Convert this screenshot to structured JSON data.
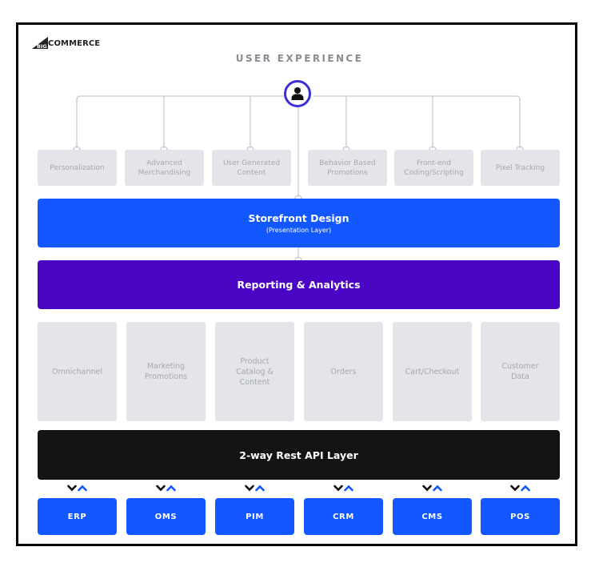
{
  "brand": {
    "logo_text": "COMMERCE",
    "logo_prefix": "BIG"
  },
  "header": {
    "title": "USER EXPERIENCE",
    "center_icon": "user-icon"
  },
  "experience_features": [
    {
      "label": "Personalization"
    },
    {
      "label": "Advanced\nMerchandising"
    },
    {
      "label": "User Generated\nContent"
    },
    {
      "label": "Behavior Based\nPromotions"
    },
    {
      "label": "Front-end\nCoding/Scripting"
    },
    {
      "label": "Pixel Tracking"
    }
  ],
  "layers": {
    "storefront": {
      "title": "Storefront Design",
      "subtitle": "(Presentation Layer)",
      "color": "#1257ff"
    },
    "reporting": {
      "title": "Reporting & Analytics",
      "color": "#4b05c4"
    },
    "api": {
      "title": "2-way Rest API Layer",
      "color": "#141417"
    }
  },
  "core_modules": [
    {
      "label": "Omnichannel"
    },
    {
      "label": "Marketing\nPromotions"
    },
    {
      "label": "Product\nCatalog &\nContent"
    },
    {
      "label": "Orders"
    },
    {
      "label": "Cart/Checkout"
    },
    {
      "label": "Customer\nData"
    }
  ],
  "integrations": [
    {
      "label": "ERP",
      "icon": "bidirectional-arrows-icon"
    },
    {
      "label": "OMS",
      "icon": "bidirectional-arrows-icon"
    },
    {
      "label": "PIM",
      "icon": "bidirectional-arrows-icon"
    },
    {
      "label": "CRM",
      "icon": "bidirectional-arrows-icon"
    },
    {
      "label": "CMS",
      "icon": "bidirectional-arrows-icon"
    },
    {
      "label": "POS",
      "icon": "bidirectional-arrows-icon"
    }
  ],
  "colors": {
    "accent_blue": "#1257ff",
    "accent_purple": "#4b05c4",
    "api_black": "#141417",
    "box_gray": "#e3e5eb",
    "box_text": "#a6a8ae",
    "user_ring": "#3c2fd6"
  }
}
